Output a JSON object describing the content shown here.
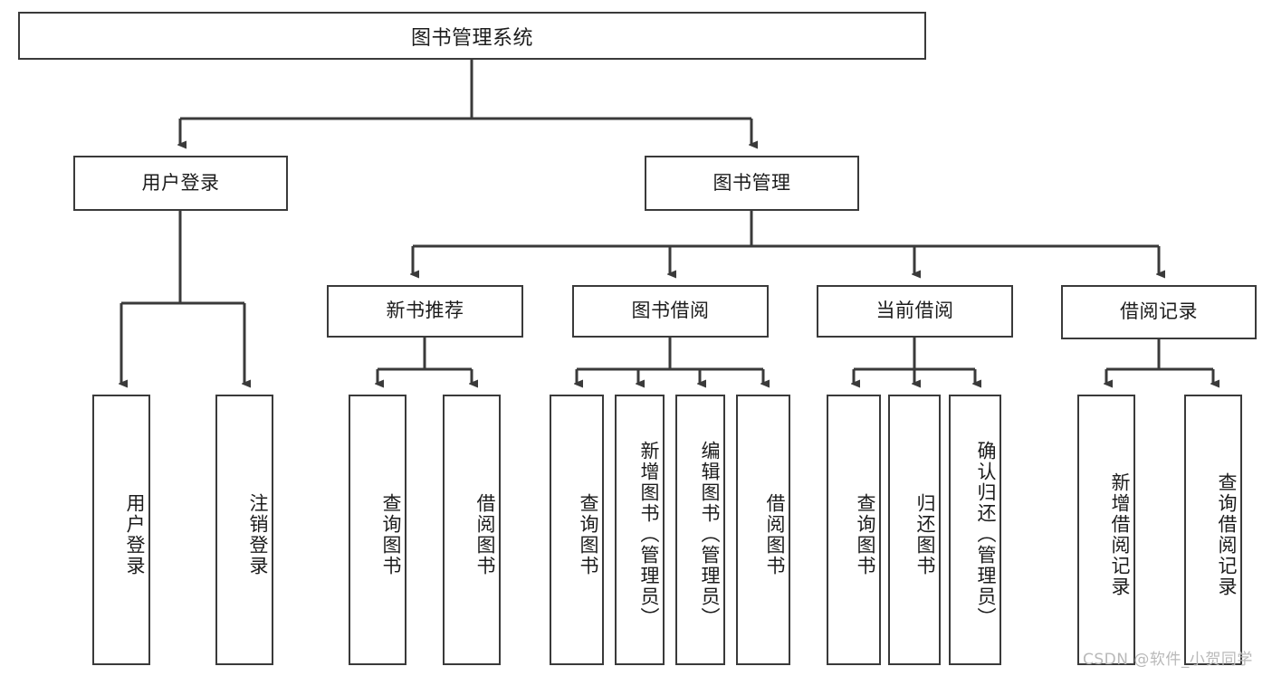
{
  "diagram": {
    "title": "图书管理系统",
    "type": "hierarchy-tree",
    "root": {
      "id": "root",
      "label": "图书管理系统"
    },
    "level2": [
      {
        "id": "user-login",
        "label": "用户登录"
      },
      {
        "id": "book-manage",
        "label": "图书管理"
      }
    ],
    "level3": [
      {
        "id": "new-book-recommend",
        "label": "新书推荐"
      },
      {
        "id": "book-borrow",
        "label": "图书借阅"
      },
      {
        "id": "current-borrow",
        "label": "当前借阅"
      },
      {
        "id": "borrow-record",
        "label": "借阅记录"
      }
    ],
    "leaves": {
      "user_login": [
        {
          "id": "leaf-user-login",
          "label": "用户登录"
        },
        {
          "id": "leaf-logout-login",
          "label": "注销登录"
        }
      ],
      "new_book_recommend": [
        {
          "id": "leaf-query-book-1",
          "label": "查询图书"
        },
        {
          "id": "leaf-borrow-book-1",
          "label": "借阅图书"
        }
      ],
      "book_borrow": [
        {
          "id": "leaf-query-book-2",
          "label": "查询图书"
        },
        {
          "id": "leaf-add-book",
          "label": "新增图书（管理员）"
        },
        {
          "id": "leaf-edit-book",
          "label": "编辑图书（管理员）"
        },
        {
          "id": "leaf-borrow-book-2",
          "label": "借阅图书"
        }
      ],
      "current_borrow": [
        {
          "id": "leaf-query-book-3",
          "label": "查询图书"
        },
        {
          "id": "leaf-return-book",
          "label": "归还图书"
        },
        {
          "id": "leaf-confirm-return",
          "label": "确认归还（管理员）"
        }
      ],
      "borrow_record": [
        {
          "id": "leaf-add-record",
          "label": "新增借阅记录"
        },
        {
          "id": "leaf-query-record",
          "label": "查询借阅记录"
        }
      ]
    }
  },
  "watermark": {
    "text": "CSDN @软件_小贺同学"
  },
  "colors": {
    "border": "#3a3a3a",
    "background": "#ffffff",
    "text": "#1c1c1c",
    "watermark": "#b9b9b9"
  }
}
